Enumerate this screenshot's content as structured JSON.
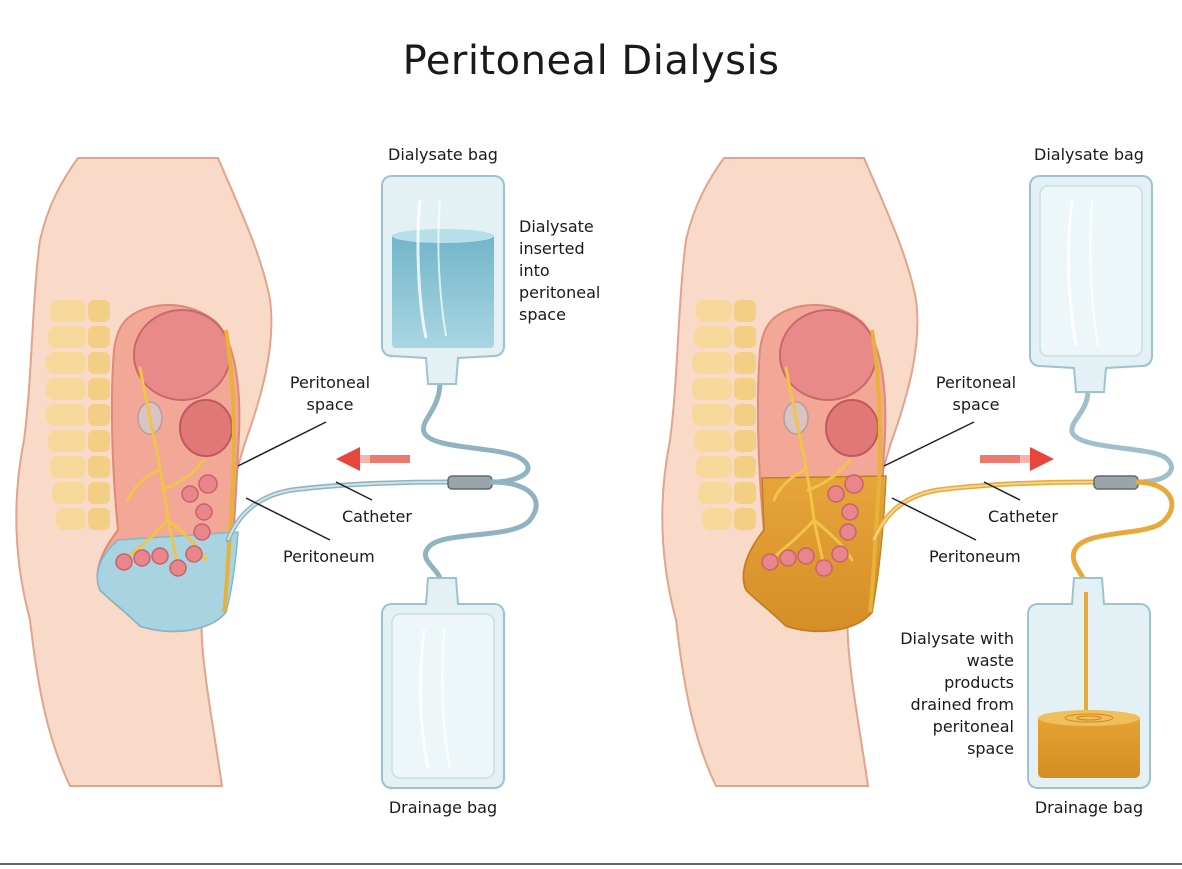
{
  "title": "Peritoneal Dialysis",
  "left_panel": {
    "dialysate_bag": "Dialysate bag",
    "dialysate_note": "Dialysate inserted into peritoneal space",
    "peritoneal_space": "Peritoneal space",
    "catheter": "Catheter",
    "peritoneum": "Peritoneum",
    "drainage_bag": "Drainage bag",
    "flow_direction": "into-body"
  },
  "right_panel": {
    "dialysate_bag": "Dialysate bag",
    "peritoneal_space": "Peritoneal space",
    "catheter": "Catheter",
    "peritoneum": "Peritoneum",
    "waste_note": "Dialysate with waste products drained from peritoneal space",
    "drainage_bag": "Drainage bag",
    "flow_direction": "out-of-body"
  },
  "colors": {
    "skin": "#f9d9c7",
    "skin_outline": "#e0a58c",
    "spine": "#f6d99a",
    "organ": "#e98a8a",
    "nerve": "#f1c447",
    "dialysate_clean": "#8fc6d6",
    "dialysate_waste": "#e0a72e",
    "bag": "#e4f1f4",
    "bag_outline": "#9cc3cf",
    "arrow": "#e8463a",
    "tube": "#9fc0cb"
  }
}
